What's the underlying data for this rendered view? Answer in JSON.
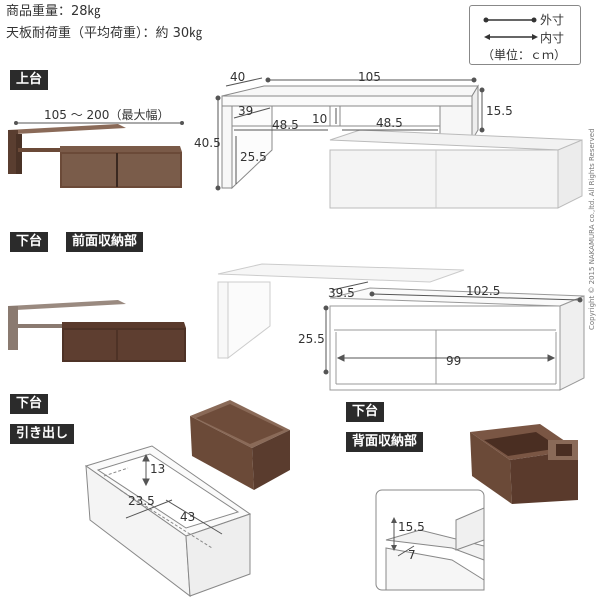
{
  "spec": {
    "weight": "商品重量：28㎏",
    "load": "天板耐荷重（平均荷重）：約 30㎏"
  },
  "legend": {
    "outer": "外寸",
    "inner": "内寸",
    "unit": "（単位：ｃｍ）"
  },
  "sections": {
    "upper": "上台",
    "lower_front_a": "下台",
    "lower_front_b": "前面収納部",
    "lower_drawer_a": "下台",
    "lower_drawer_b": "引き出し",
    "lower_back_a": "下台",
    "lower_back_b": "背面収納部"
  },
  "upper": {
    "width_range": "105 ～ 200（最大幅）",
    "depth": "40",
    "width": "105",
    "height": "40.5",
    "top_thickness": "15.5",
    "inner_depth": "39",
    "inner_width_left": "48.5",
    "inner_height": "10",
    "inner_width_right": "48.5",
    "leg_height": "25.5"
  },
  "front": {
    "depth": "39.5",
    "width": "102.5",
    "height": "25.5",
    "inner_width": "99"
  },
  "drawer": {
    "height": "13",
    "depth": "23.5",
    "width": "43"
  },
  "back": {
    "height": "15.5",
    "depth": "7"
  },
  "copyright": "Copyright © 2015 NAKAMURA co.,ltd. All Rights Reserved",
  "colors": {
    "walnut": "#6b4a38",
    "walnut_light": "#8a7466",
    "line": "#555555",
    "white_furniture": "#f4f4f4"
  }
}
